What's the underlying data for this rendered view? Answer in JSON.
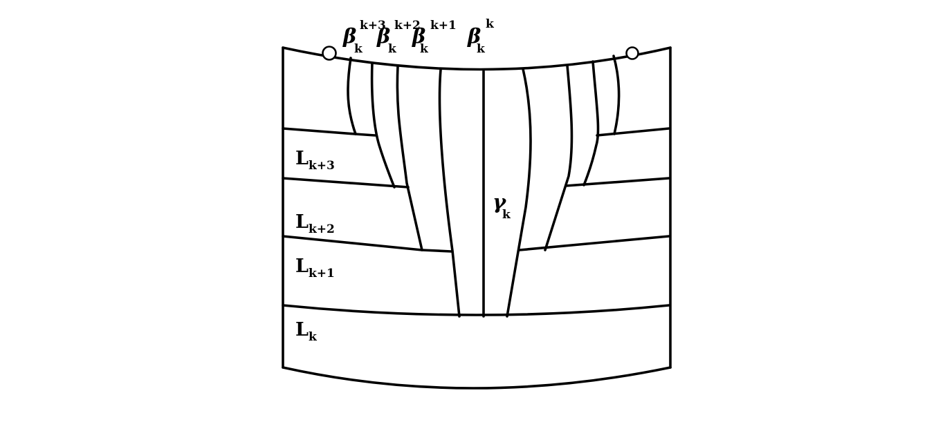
{
  "labels": {
    "L_k3": {
      "main": "L",
      "sub": "k+3"
    },
    "L_k2": {
      "main": "L",
      "sub": "k+2"
    },
    "L_k1": {
      "main": "L",
      "sub": "k+1"
    },
    "L_k": {
      "main": "L",
      "sub": "k"
    },
    "beta_k3": {
      "main": "β",
      "sub": "k",
      "sup": "k+3"
    },
    "beta_k2": {
      "main": "β",
      "sub": "k",
      "sup": "k+2"
    },
    "beta_k1": {
      "main": "β",
      "sub": "k",
      "sup": "k+1"
    },
    "beta_k": {
      "main": "β",
      "sub": "k",
      "sup": "k"
    },
    "gamma_k": {
      "main": "γ",
      "sub": "k"
    }
  },
  "colors": {
    "stroke": "#000000",
    "background": "#ffffff"
  }
}
